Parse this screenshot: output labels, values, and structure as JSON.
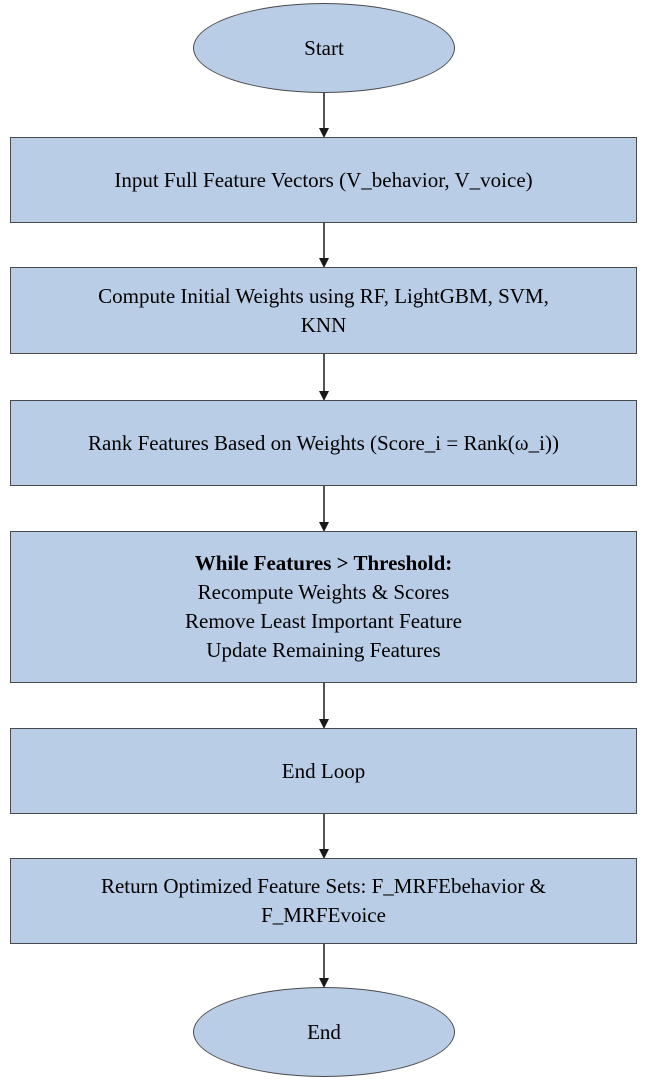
{
  "start": {
    "label": "Start"
  },
  "steps": [
    {
      "lines": [
        "Input Full Feature Vectors (V_behavior, V_voice)"
      ]
    },
    {
      "lines": [
        "Compute Initial Weights using RF, LightGBM, SVM,",
        "KNN"
      ]
    },
    {
      "lines": [
        "Rank Features Based on Weights (Score_i = Rank(ω_i))"
      ]
    },
    {
      "heading": "While Features > Threshold:",
      "lines": [
        "Recompute Weights & Scores",
        "Remove Least Important Feature",
        "Update Remaining Features"
      ]
    },
    {
      "lines": [
        "End Loop"
      ]
    },
    {
      "lines": [
        "Return Optimized Feature Sets: F_MRFEbehavior &",
        "F_MRFEvoice"
      ]
    }
  ],
  "end": {
    "label": "End"
  },
  "colors": {
    "fill": "#b9cde6",
    "stroke": "#4a4a4a",
    "arrow": "#1a1a1a"
  }
}
